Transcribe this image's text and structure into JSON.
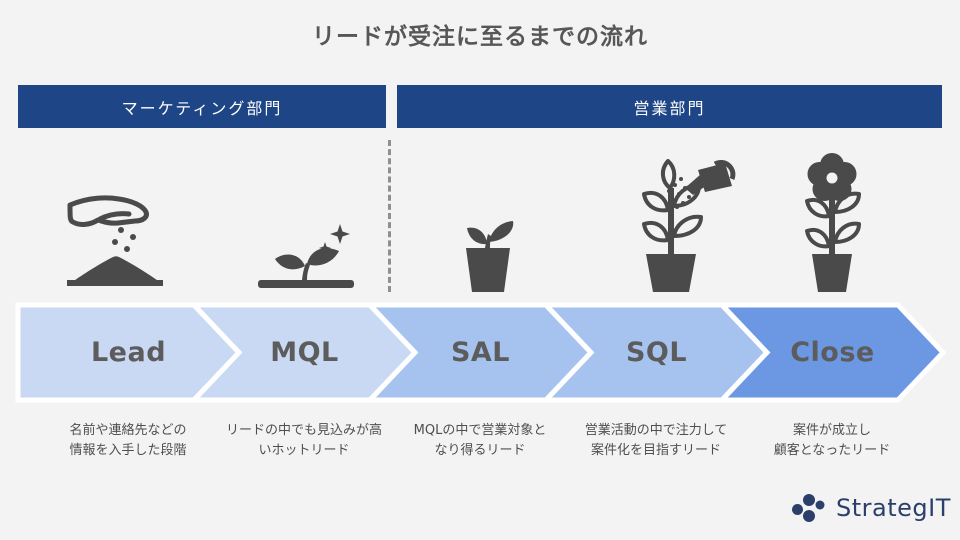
{
  "title": "リードが受注に至るまでの流れ",
  "departments": [
    {
      "label": "マーケティング部門"
    },
    {
      "label": "営業部門"
    }
  ],
  "stages": [
    {
      "label": "Lead",
      "color": "#c9d9f4",
      "icon": "hand-sowing-seeds",
      "desc_lines": [
        "名前や連絡先などの",
        "情報を入手した段階"
      ]
    },
    {
      "label": "MQL",
      "color": "#c9d9f4",
      "icon": "sprout-with-sparkles",
      "desc_lines": [
        "リードの中でも見込みが高",
        "いホットリード"
      ]
    },
    {
      "label": "SAL",
      "color": "#a6c3ef",
      "icon": "potted-sprout",
      "desc_lines": [
        "MQLの中で営業対象と",
        "なり得るリード"
      ]
    },
    {
      "label": "SQL",
      "color": "#a6c3ef",
      "icon": "plant-with-watering-can",
      "desc_lines": [
        "営業活動の中で注力して",
        "案件化を目指すリード"
      ]
    },
    {
      "label": "Close",
      "color": "#6b97e3",
      "icon": "flowering-plant",
      "desc_lines": [
        "案件が成立し",
        "顧客となったリード"
      ]
    }
  ],
  "logo": {
    "text": "StrategIT",
    "color": "#2b3f6b"
  },
  "colors": {
    "background": "#f3f3f3",
    "header_bg": "#1e4586",
    "header_text": "#ffffff",
    "chevron_outline": "#ffffff",
    "icon": "#4a4a4a",
    "title_text": "#575757",
    "body_text": "#4f4f4f"
  }
}
